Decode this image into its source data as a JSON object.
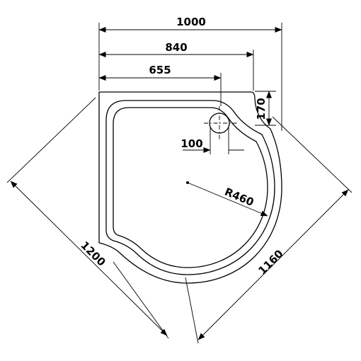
{
  "drawing": {
    "dimensions": {
      "overall_width": "1000",
      "mid_width": "840",
      "drain_offset": "655",
      "notch_height": "170",
      "drain_diameter": "100",
      "radius": "R460",
      "diagonal_left": "1200",
      "diagonal_right": "1160"
    }
  }
}
